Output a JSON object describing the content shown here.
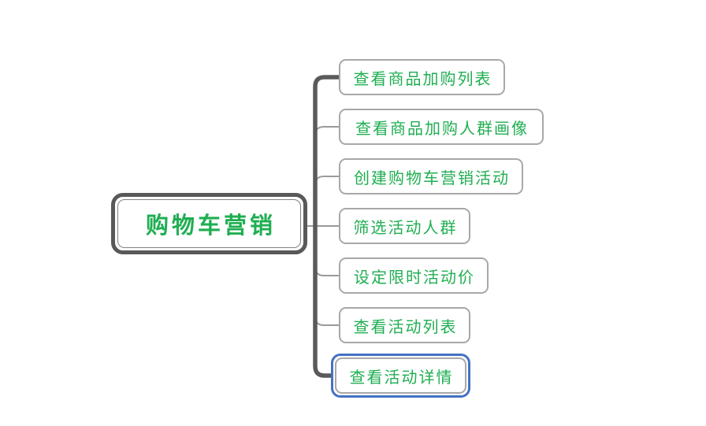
{
  "root": {
    "label": "购物车营销"
  },
  "children": [
    {
      "label": "查看商品加购列表",
      "selected": false
    },
    {
      "label": "查看商品加购人群画像",
      "selected": false
    },
    {
      "label": "创建购物车营销活动",
      "selected": false
    },
    {
      "label": "筛选活动人群",
      "selected": false
    },
    {
      "label": "设定限时活动价",
      "selected": false
    },
    {
      "label": "查看活动列表",
      "selected": false
    },
    {
      "label": "查看活动详情",
      "selected": true
    }
  ],
  "colors": {
    "text_green": "#1fae51",
    "root_border": "#595959",
    "root_inner_border": "#828282",
    "child_border": "#a8a8a8",
    "spine": "#5a5a5a",
    "connector": "#9a9a9a",
    "selection_blue": "#4472c4",
    "background": "#ffffff"
  }
}
